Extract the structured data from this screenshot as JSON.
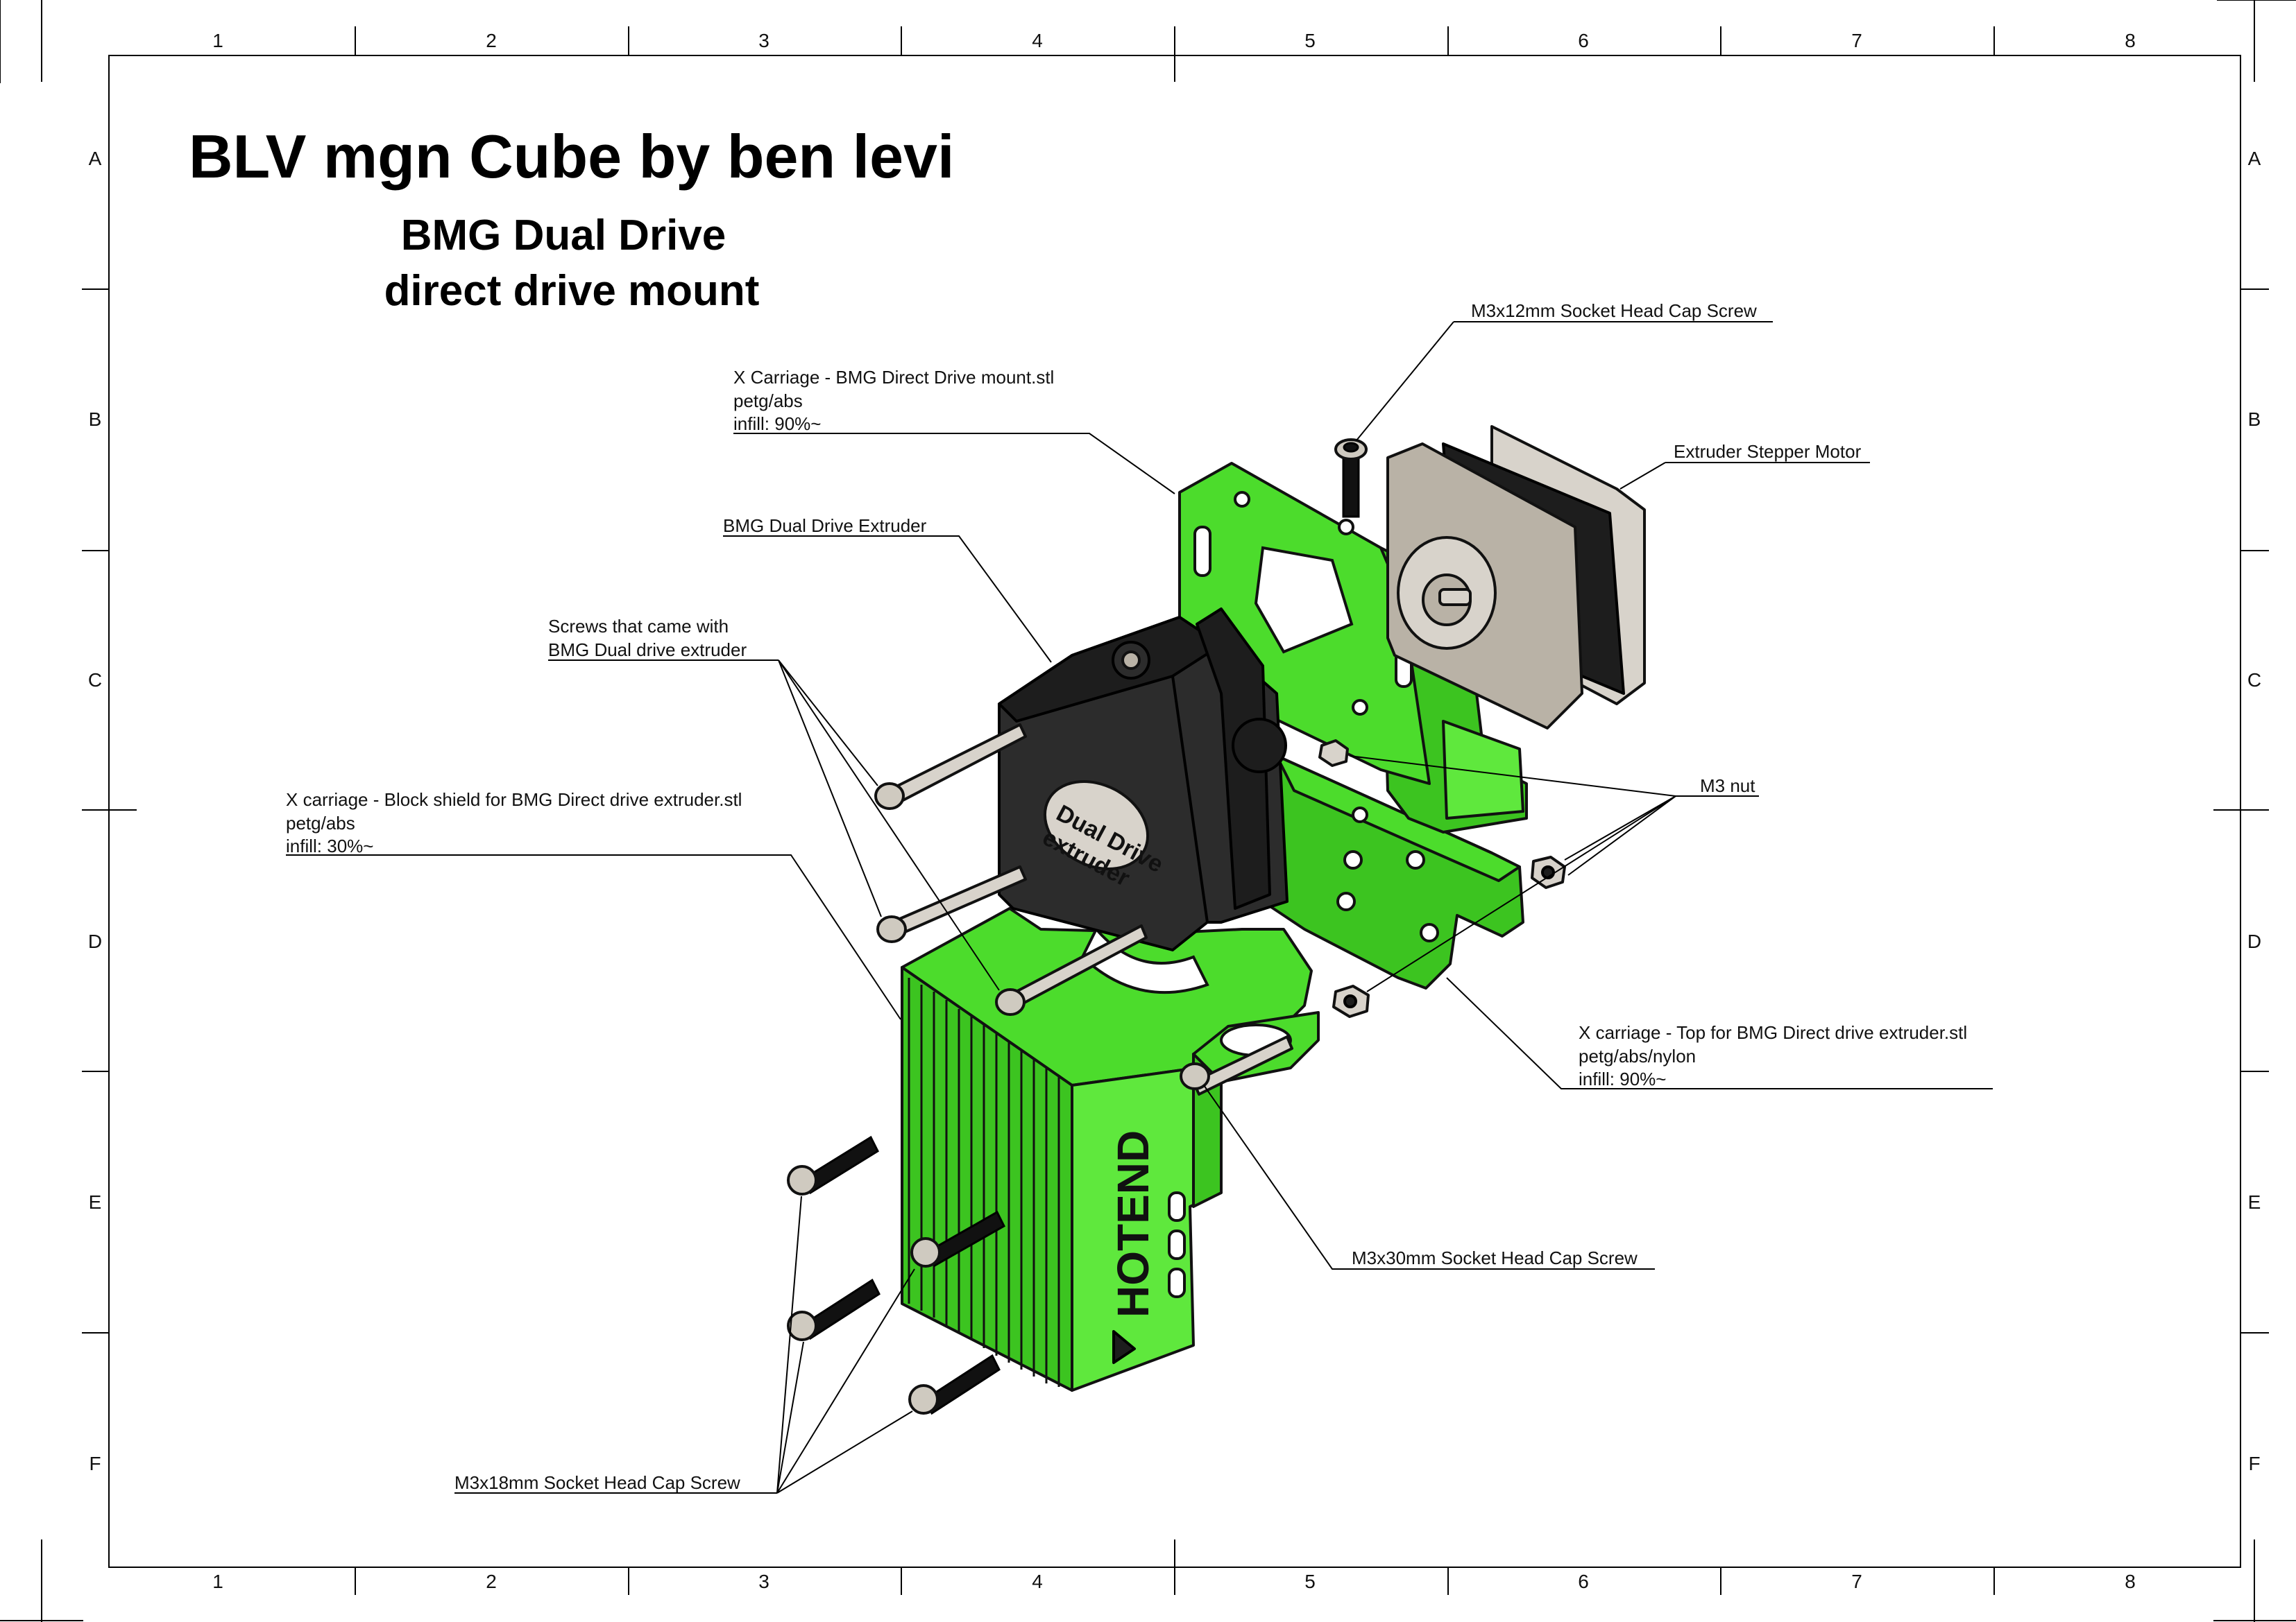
{
  "title": "BLV mgn Cube by ben levi",
  "subtitle_line1": "BMG Dual Drive",
  "subtitle_line2": "direct drive mount",
  "zones": {
    "columns": [
      "1",
      "2",
      "3",
      "4",
      "5",
      "6",
      "7",
      "8"
    ],
    "rows": [
      "A",
      "B",
      "C",
      "D",
      "E",
      "F"
    ]
  },
  "callouts": {
    "m3x12": "M3x12mm Socket Head Cap Screw",
    "stepper": "Extruder Stepper Motor",
    "carriage_mount_name": "X Carriage - BMG Direct Drive mount.stl",
    "carriage_mount_material": "petg/abs",
    "carriage_mount_infill": "infill: 90%~",
    "bmg_extruder": "BMG Dual Drive Extruder",
    "screws_line1": "Screws that came with",
    "screws_line2": "BMG Dual drive extruder",
    "m3_nut": "M3 nut",
    "shield_name": "X carriage - Block shield for BMG Direct drive extruder.stl",
    "shield_material": "petg/abs",
    "shield_infill": "infill: 30%~",
    "top_name": "X carriage - Top for BMG Direct drive extruder.stl",
    "top_material": "petg/abs/nylon",
    "top_infill": "infill: 90%~",
    "m3x30": "M3x30mm Socket Head Cap Screw",
    "m3x18": "M3x18mm Socket Head Cap Screw"
  },
  "part_markings": {
    "extruder_badge_line1": "Dual Drive",
    "extruder_badge_line2": "extruder",
    "hotend_text": "HOTEND"
  },
  "colors": {
    "printed_part": "#4cdc2c",
    "extruder_body": "#1d1d1d",
    "motor_plate": "#b9b2a6"
  }
}
